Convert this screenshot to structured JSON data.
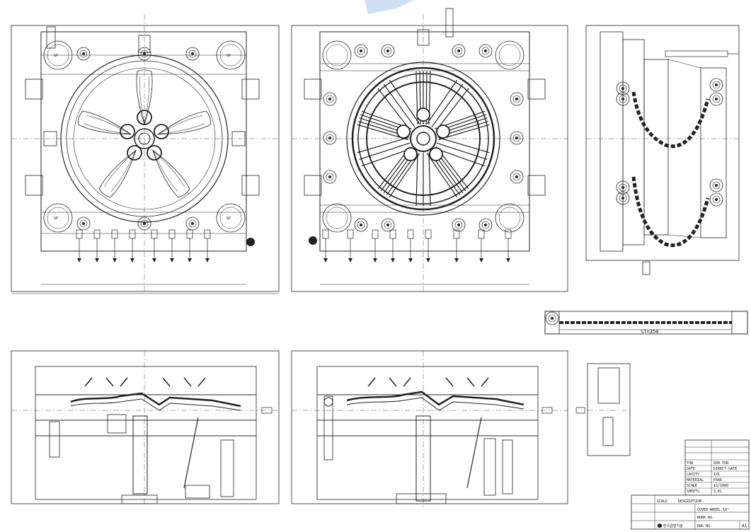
{
  "drawing": {
    "slide_ring_label": "ST=350",
    "views": {
      "top_left": "core-side-plan-view",
      "top_mid": "cavity-side-plan-view",
      "top_right": "side-elevation-view",
      "bottom_left": "section-view-left",
      "bottom_mid": "section-view-right",
      "bottom_right": "detail-view"
    },
    "title_block": {
      "rows": [
        {
          "label": "TON",
          "value": "500 TON"
        },
        {
          "label": "DATE",
          "value": "DIRECT GATE"
        },
        {
          "label": "CAVITY",
          "value": "1X1"
        },
        {
          "label": "MATERIAL",
          "value": "PA66"
        },
        {
          "label": "SCALE",
          "value": "1S/1000"
        },
        {
          "label": "SHEETS",
          "value": "3.01"
        }
      ],
      "scale_label": "SCALE",
      "description_label": "DESCRIPTION",
      "work_no_label": "WORK NO.",
      "dwg_no_label": "DWG NO.",
      "model_label": "COVER WHEEL 18\"",
      "company": "한국금형기술",
      "revision": "A1"
    }
  }
}
